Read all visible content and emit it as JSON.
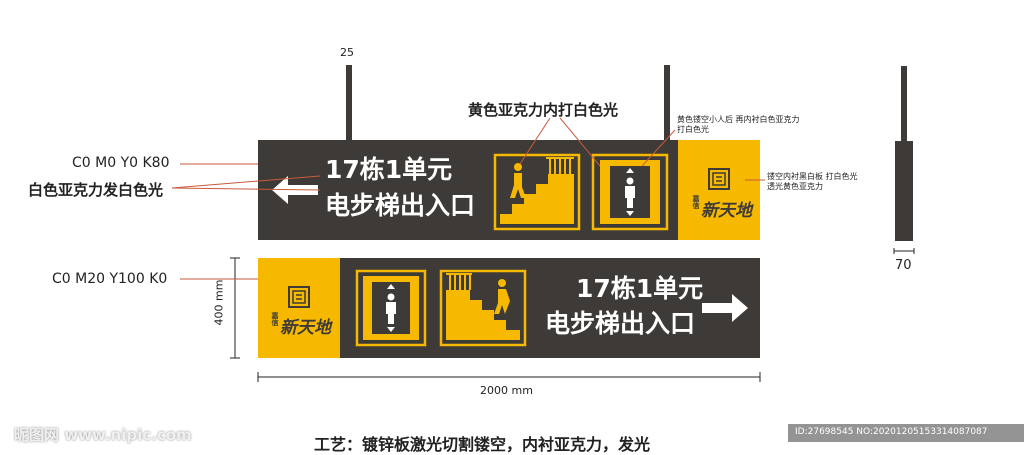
{
  "dimensions": {
    "pole_width": "25",
    "side_width": "70",
    "height": "400 mm",
    "length": "2000 mm"
  },
  "annotations": {
    "color_dark": "C0 M0 Y0 K80",
    "color_yellow": "C0 M20 Y100 K0",
    "white_acrylic": "白色亚克力发白色光",
    "yellow_acrylic": "黄色亚克力内打白色光",
    "logo_note_line1": "黄色镂空小人后 再内衬白色亚克力",
    "logo_note_line2": "打白色光",
    "cutout_note_line1": "镂空内衬黑白板 打白色光",
    "cutout_note_line2": "透光黄色亚克力"
  },
  "sign_top": {
    "line1": "17栋1单元",
    "line2": "电步梯出入口",
    "arrow": "←"
  },
  "sign_bottom": {
    "line1": "17栋1单元",
    "line2": "电步梯出入口",
    "arrow": "→"
  },
  "brand": {
    "name": "新天地",
    "prefix": "嘉信"
  },
  "process_note": "工艺：镀锌板激光切割镂空，内衬亚克力，发光",
  "watermark": {
    "left": "昵图网 www.nipic.com",
    "right": "ID:27698545 NO:20201205153314087087"
  },
  "colors": {
    "dark_panel": "#3d3a37",
    "accent_yellow": "#f6b900",
    "leader_line": "#c95a3a"
  }
}
